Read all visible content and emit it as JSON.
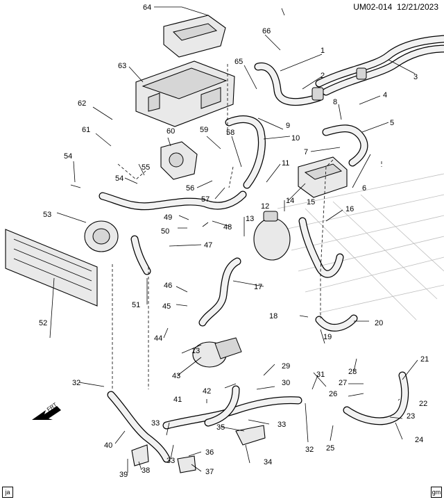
{
  "header": {
    "doc_id": "UM02-014",
    "date": "12/21/2023"
  },
  "footer": {
    "left_badge": "ja",
    "right_badge": "gm"
  },
  "forward_label": "FRT",
  "callouts": [
    "1",
    "2",
    "3",
    "4",
    "5",
    "6",
    "7",
    "8",
    "9",
    "10",
    "11",
    "12",
    "13",
    "14",
    "15",
    "16",
    "17",
    "18",
    "19",
    "20",
    "21",
    "22",
    "23",
    "24",
    "25",
    "26",
    "27",
    "28",
    "29",
    "30",
    "31",
    "32",
    "33",
    "34",
    "35",
    "36",
    "37",
    "38",
    "39",
    "40",
    "41",
    "42",
    "43",
    "44",
    "45",
    "46",
    "47",
    "48",
    "49",
    "50",
    "51",
    "52",
    "53",
    "54",
    "55",
    "56",
    "57",
    "58",
    "59",
    "60",
    "61",
    "62",
    "63",
    "64",
    "65",
    "66"
  ],
  "callout_repeats": {
    "13b": "13",
    "32b": "32",
    "33b": "33",
    "33c": "33",
    "54b": "54"
  }
}
